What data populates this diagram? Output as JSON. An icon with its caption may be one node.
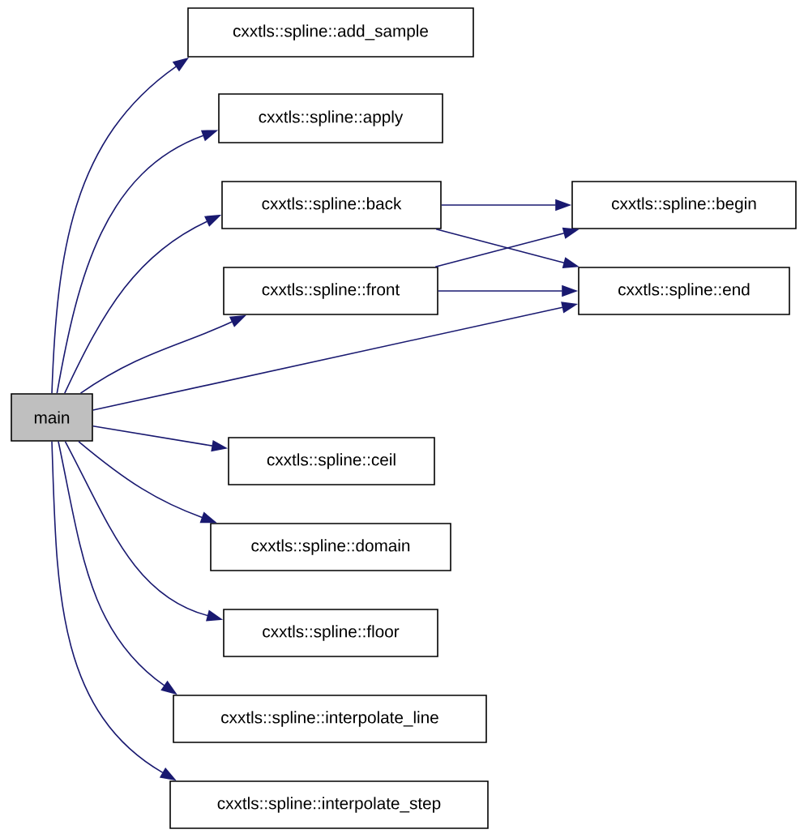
{
  "diagram": {
    "nodes": [
      {
        "text": [
          "cxxtls::spline::add_sample"
        ]
      },
      {
        "text": [
          "cxxtls::spline::apply"
        ]
      },
      {
        "text": [
          "cxxtls::spline::back"
        ]
      },
      {
        "text": [
          "cxxtls::spline::begin"
        ]
      },
      {
        "text": [
          "cxxtls::spline::front"
        ]
      },
      {
        "text": [
          "cxxtls::spline::end"
        ]
      },
      {
        "text": [
          "main"
        ]
      },
      {
        "text": [
          "cxxtls::spline::ceil"
        ]
      },
      {
        "text": [
          "cxxtls::spline::domain"
        ]
      },
      {
        "text": [
          "cxxtls::spline::floor"
        ]
      },
      {
        "text": [
          "cxxtls::spline::interpolate_line"
        ]
      },
      {
        "text": [
          "cxxtls::spline::interpolate_step"
        ]
      }
    ],
    "edges": [
      {
        "from": 6,
        "to": 0,
        "arrow": "to"
      },
      {
        "from": 6,
        "to": 1,
        "arrow": "to"
      },
      {
        "from": 6,
        "to": 2,
        "arrow": "to"
      },
      {
        "from": 6,
        "to": 4,
        "arrow": "to"
      },
      {
        "from": 6,
        "to": 5,
        "arrow": "to"
      },
      {
        "from": 6,
        "to": 7,
        "arrow": "to"
      },
      {
        "from": 6,
        "to": 8,
        "arrow": "to"
      },
      {
        "from": 6,
        "to": 9,
        "arrow": "to"
      },
      {
        "from": 6,
        "to": 10,
        "arrow": "to"
      },
      {
        "from": 6,
        "to": 11,
        "arrow": "to"
      },
      {
        "from": 2,
        "to": 3,
        "arrow": "to"
      },
      {
        "from": 2,
        "to": 5,
        "arrow": "to"
      },
      {
        "from": 4,
        "to": 3,
        "arrow": "to"
      },
      {
        "from": 4,
        "to": 5,
        "arrow": "to"
      }
    ]
  }
}
